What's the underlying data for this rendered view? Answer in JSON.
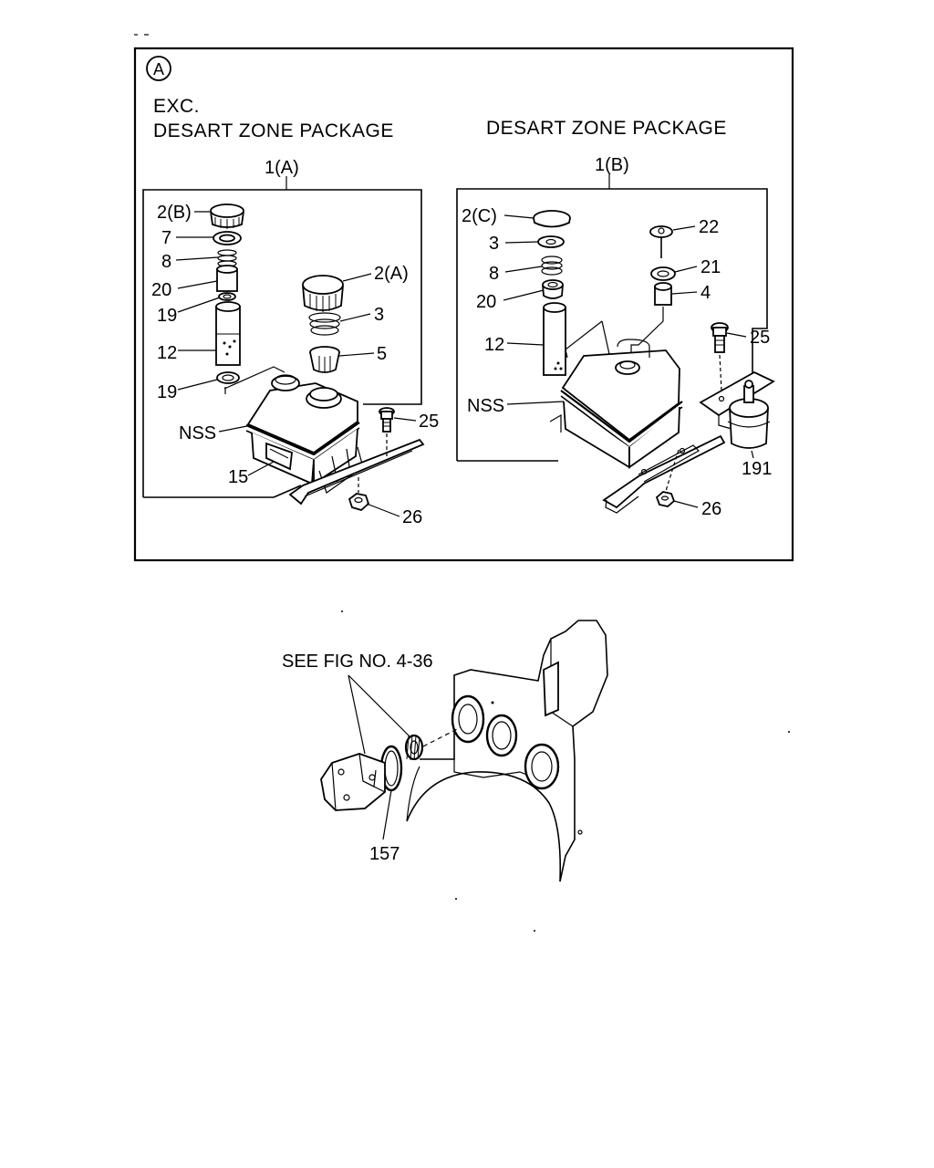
{
  "panel_marker": "A",
  "left_group": {
    "header_line1": "EXC.",
    "header_line2": "DESART ZONE PACKAGE",
    "assembly": "1(A)",
    "labels": {
      "cap_b": "2(B)",
      "p7": "7",
      "p8": "8",
      "p20": "20",
      "p19_top": "19",
      "p12": "12",
      "p19_bottom": "19",
      "cap_a": "2(A)",
      "p3": "3",
      "p5": "5",
      "nss": "NSS",
      "p25": "25",
      "p15": "15",
      "p26": "26"
    }
  },
  "right_group": {
    "header": "DESART ZONE PACKAGE",
    "assembly": "1(B)",
    "labels": {
      "cap_c": "2(C)",
      "p3": "3",
      "p8": "8",
      "p20": "20",
      "p12": "12",
      "nss": "NSS",
      "p22": "22",
      "p21": "21",
      "p4": "4",
      "p25": "25",
      "p191": "191",
      "p26": "26"
    }
  },
  "lower_diagram": {
    "reference": "SEE FIG NO. 4-36",
    "p157": "157"
  }
}
